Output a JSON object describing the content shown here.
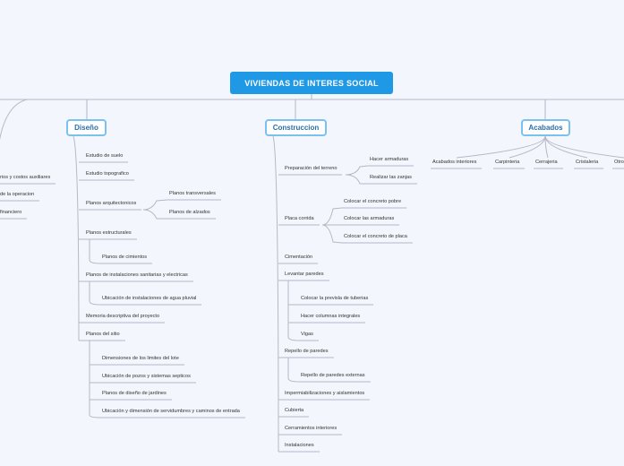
{
  "title": "VIVIENDAS DE INTERES SOCIAL",
  "colors": {
    "background": "#f4f6fd",
    "root": "#1f98e6",
    "branch_border": "#7cc1ee",
    "line": "#b5b8c6"
  },
  "left_partial": [
    "rios y costos auxiliares",
    "de la operacion",
    "financiero"
  ],
  "branches": {
    "diseno": {
      "label": "Diseño",
      "items": [
        "Estudio de suelo",
        "Estudio topografico",
        "Planos arquitectonicos",
        "Planos transversales",
        "Planos de alzados",
        "Planos estructurales",
        "Planos de cimientos",
        "Planos de instalaciones sanitarias y electricas",
        "Ubicación de instalaciones de agua pluvial",
        "Memoria descriptiva del proyecto",
        "Planos del sitio",
        "Dimensiones de los limites del lote",
        "Ubicación de pozos y sistemas septicos",
        "Planos de diseño de jardines",
        "Ubicación y dimensión de servidumbres y caminos de entrada"
      ]
    },
    "construccion": {
      "label": "Construccion",
      "items": [
        "Preparación del terreno",
        "Hacer armaduras",
        "Realizar las zanjas",
        "Placa corrida",
        "Colocar el concreto pobre",
        "Colocar las armaduras",
        "Colocar el concreto de placa",
        "Cimentación",
        "Levantar paredes",
        "Colocar la previsla de tuberias",
        "Hacer columnas integrales",
        "Vigas",
        "Repello de paredes",
        "Repello de paredes externas",
        "Impermiabilizaciones y aislamientos",
        "Cubierta",
        "Cerramientos interiores",
        "Instalaciones"
      ]
    },
    "acabados": {
      "label": "Acabados",
      "items": [
        "Acabados interiores",
        "Carpinteria",
        "Cerrajeria",
        "Cristaleria",
        "Otro"
      ]
    }
  }
}
